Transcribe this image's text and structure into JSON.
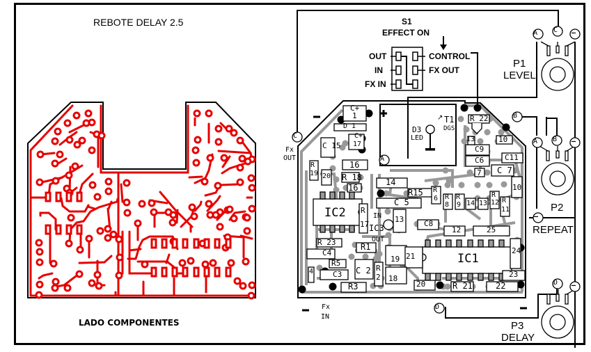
{
  "title": "REBOTE DELAY 2.5",
  "side_label": "LADO COMPONENTES",
  "switch": {
    "name": "S1",
    "caption": "EFFECT ON",
    "left_pins": [
      "OUT",
      "IN",
      "FX IN"
    ],
    "right_pins": [
      "CONTROL",
      "FX OUT"
    ]
  },
  "pots": [
    {
      "name": "P1",
      "function": "LEVEL",
      "pins": [
        "A",
        "C",
        "–"
      ]
    },
    {
      "name": "P2",
      "function": "REPEAT",
      "pins": [
        "A",
        "B",
        "–"
      ]
    },
    {
      "name": "P3",
      "function": "DELAY",
      "pins": [
        "D",
        "–"
      ]
    }
  ],
  "connectors": {
    "fx_out": "Fx\nOUT",
    "fx_out_l1": "Fx",
    "fx_out_l2": "OUT",
    "fx_in_l1": "Fx",
    "fx_in_l2": "IN",
    "minus": "–",
    "plus": "+",
    "C": "C",
    "A": "A",
    "B": "B",
    "D": "D"
  },
  "led": {
    "ref": "D3",
    "type": "LED",
    "transistor": "T1",
    "transistor_type": "DGS"
  },
  "components": {
    "C1": "C+\n1",
    "C1a": "C+",
    "C1b": "1",
    "D1": "D 1",
    "C15a": "C 15",
    "C17a": "C+",
    "C17b": "17",
    "R19a": "R",
    "R19b": "19",
    "c20": "20",
    "c16a": "16",
    "R18": "R 18",
    "c16b": "16",
    "c14": "14",
    "R15": "R15",
    "C5": "C 5",
    "IC2": "IC2",
    "R17a": "R",
    "R17b": "17",
    "IC3": "IC3",
    "ic3_in": "IN",
    "ic3_out": "OUT",
    "c13": "13",
    "R23": "R 23",
    "C4": "C4",
    "R5": "R5",
    "C3": "C3",
    "R3": "R3",
    "c4v": "4",
    "R1": "R1",
    "C2": "C 2",
    "R2a": "R",
    "R2b": "2",
    "c19": "19",
    "c21": "21",
    "c18": "18",
    "c20b": "20",
    "IC1": "IC1",
    "R21": "R 21",
    "c22": "22",
    "c23": "23",
    "c24": "24",
    "C8": "C8",
    "c12": "12",
    "c25": "25",
    "R6a": "R",
    "R6b": "6",
    "R8a": "R",
    "R8b": "8",
    "R9a": "R",
    "R9b": "9",
    "c14b": "14",
    "c13b": "13",
    "R12a": "R",
    "R12b": "12",
    "R11a": "R",
    "R11b": "11",
    "c10v": "10",
    "c7": "7",
    "C7": "C 7",
    "C11": "C11",
    "C6": "C6",
    "C9": "C9",
    "c13top": "13",
    "c10top": "10",
    "R22": "R 22"
  },
  "colors": {
    "copper": "#e60000",
    "pad_gray": "#999999",
    "ink": "#000000"
  }
}
